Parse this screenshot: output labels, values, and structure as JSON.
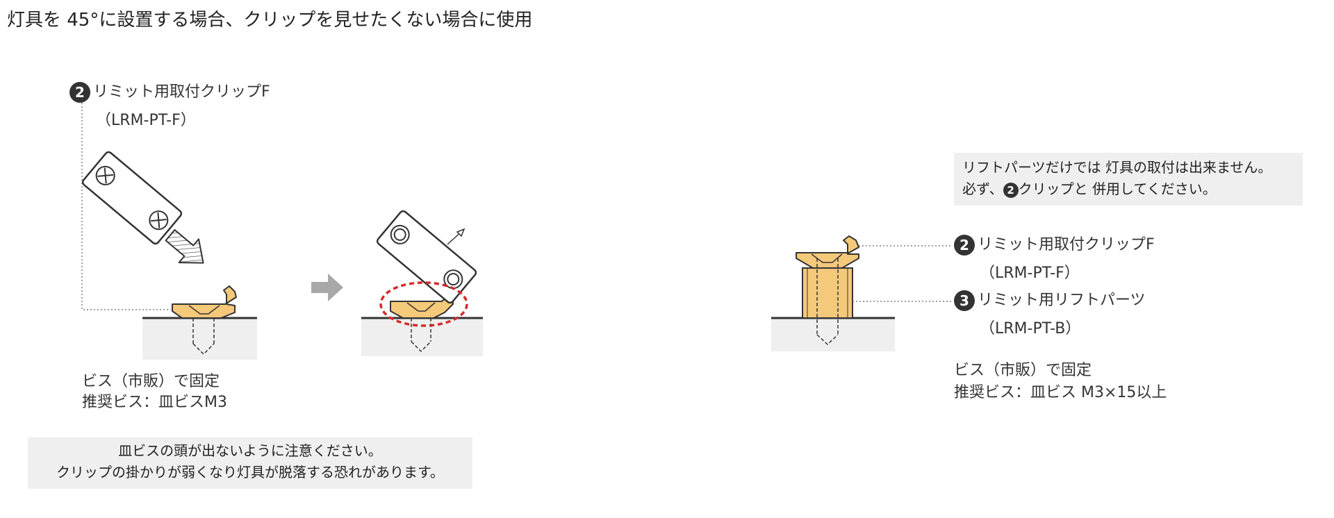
{
  "title": "灯具を 45°に設置する場合、クリップを見せたくない場合に使用",
  "left": {
    "badge": "2",
    "part_name": "リミット用取付クリップF",
    "part_code": "（LRM-PT-F）",
    "fix_line1": "ビス（市販）で固定",
    "fix_line2": "推奨ビス：皿ビスM3",
    "warning_line1": "皿ビスの頭が出ないように注意ください。",
    "warning_line2": "クリップの掛かりが弱くなり灯具が脱落する恐れがあります。"
  },
  "right": {
    "note_line1": "リフトパーツだけでは 灯具の取付は出来ません。",
    "note_line2_a": "必ず、",
    "note_badge": "2",
    "note_line2_b": "クリップと 併用してください。",
    "item1_badge": "2",
    "item1_name": "リミット用取付クリップF",
    "item1_code": "（LRM-PT-F）",
    "item2_badge": "3",
    "item2_name": "リミット用リフトパーツ",
    "item2_code": "（LRM-PT-B）",
    "fix_line1": "ビス（市販）で固定",
    "fix_line2": "推奨ビス：皿ビス M3×15以上"
  },
  "colors": {
    "clip": "#f5c97a",
    "stroke": "#333333",
    "base": "#eeefee",
    "arrow_gray": "#a8a8a8",
    "highlight": "#d22b2b",
    "badge": "#333333"
  }
}
